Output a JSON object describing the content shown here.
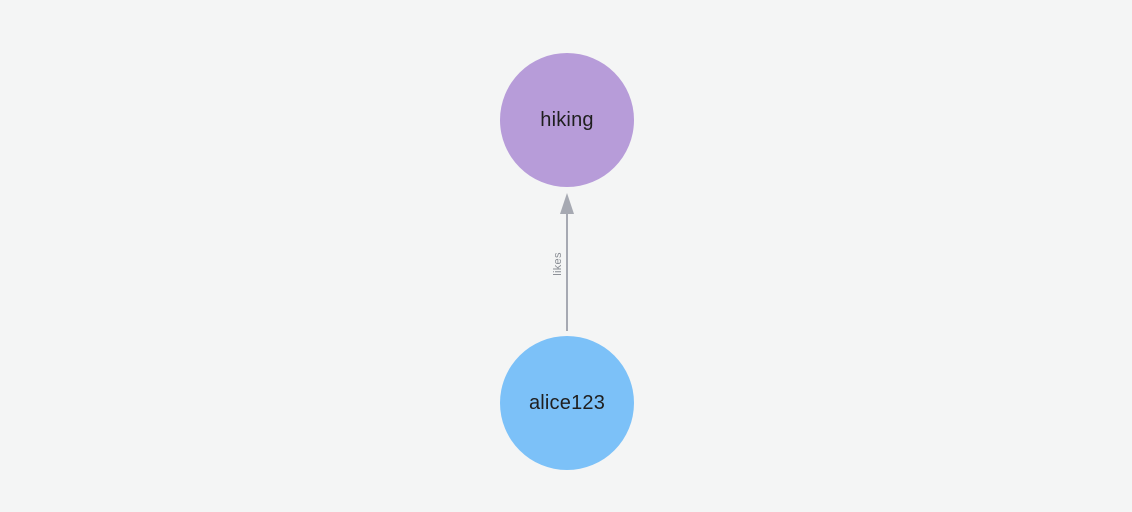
{
  "canvas": {
    "background_color": "#f4f5f5"
  },
  "graph": {
    "nodes": [
      {
        "id": "hiking",
        "label": "hiking",
        "fill_color": "#b79cd9",
        "text_color": "#1f1f1f"
      },
      {
        "id": "alice123",
        "label": "alice123",
        "fill_color": "#7cc1f8",
        "text_color": "#1f1f1f"
      }
    ],
    "edges": [
      {
        "from": "alice123",
        "to": "hiking",
        "label": "likes",
        "direction": "up",
        "line_color": "#a6a9b2",
        "label_color": "#898d94"
      }
    ]
  }
}
